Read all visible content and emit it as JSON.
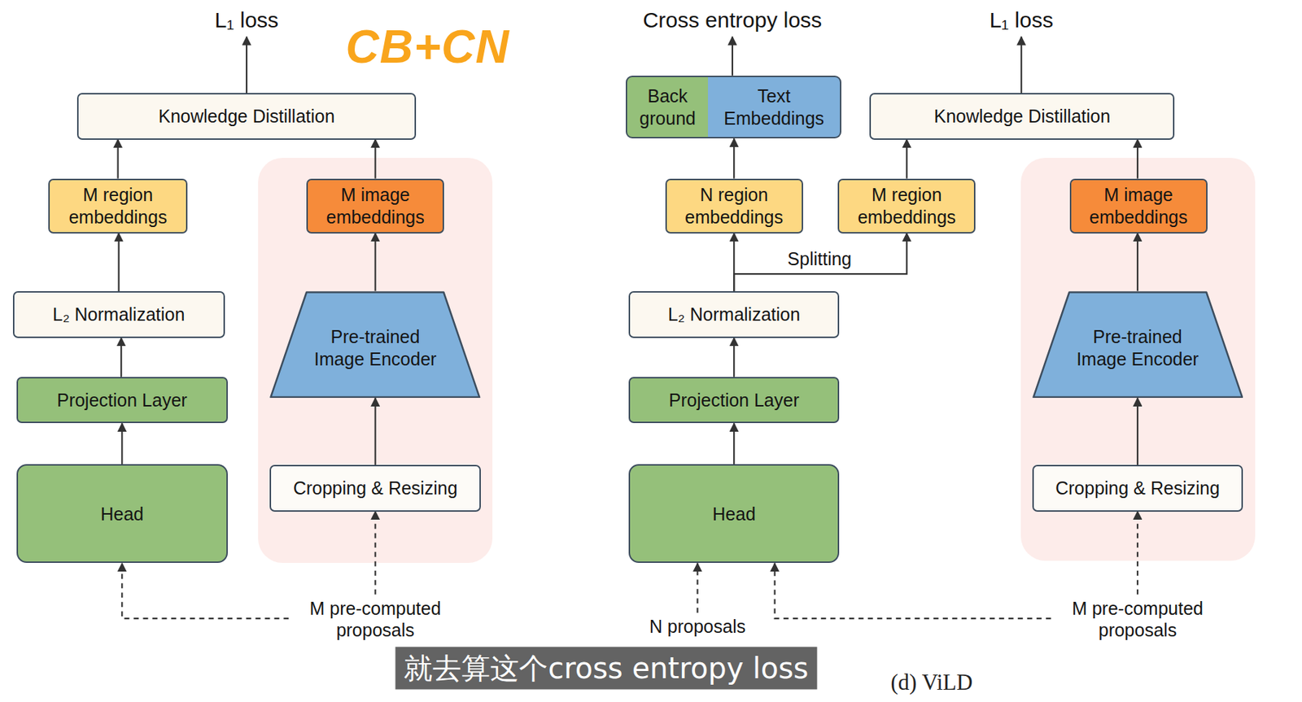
{
  "diagram": {
    "caption": "(d) ViLD",
    "nodes": [
      {
        "text": [
          "L₁ loss"
        ]
      },
      {
        "text": [
          "Knowledge Distillation"
        ]
      },
      {
        "text": [
          "M region embeddings"
        ]
      },
      {
        "text": [
          "M image embeddings"
        ]
      },
      {
        "text": [
          "L₂ Normalization"
        ]
      },
      {
        "text": [
          "Pre-trained Image Encoder"
        ]
      },
      {
        "text": [
          "Projection Layer"
        ]
      },
      {
        "text": [
          "Head"
        ]
      },
      {
        "text": [
          "Cropping & Resizing"
        ]
      },
      {
        "text": [
          "M pre-computed proposals"
        ]
      },
      {
        "text": [
          "Cross entropy loss"
        ]
      },
      {
        "text": [
          "L₁ loss"
        ]
      },
      {
        "text": [
          "Back ground"
        ]
      },
      {
        "text": [
          "Text Embeddings"
        ]
      },
      {
        "text": [
          "Knowledge Distillation"
        ]
      },
      {
        "text": [
          "N region embeddings"
        ]
      },
      {
        "text": [
          "M region embeddings"
        ]
      },
      {
        "text": [
          "M image embeddings"
        ]
      },
      {
        "text": [
          "L₂ Normalization"
        ]
      },
      {
        "text": [
          "Pre-trained Image Encoder"
        ]
      },
      {
        "text": [
          "Projection Layer"
        ]
      },
      {
        "text": [
          "Head"
        ]
      },
      {
        "text": [
          "Cropping & Resizing"
        ]
      },
      {
        "text": [
          "N proposals"
        ]
      },
      {
        "text": [
          "M pre-computed proposals"
        ]
      }
    ],
    "edges": [
      {
        "from": 1,
        "to": 0,
        "arrow": "to"
      },
      {
        "from": 2,
        "to": 1,
        "arrow": "to"
      },
      {
        "from": 3,
        "to": 1,
        "arrow": "to"
      },
      {
        "from": 4,
        "to": 2,
        "arrow": "to"
      },
      {
        "from": 5,
        "to": 3,
        "arrow": "to"
      },
      {
        "from": 6,
        "to": 4,
        "arrow": "to"
      },
      {
        "from": 7,
        "to": 6,
        "arrow": "to"
      },
      {
        "from": 8,
        "to": 5,
        "arrow": "to"
      },
      {
        "from": 9,
        "to": 8,
        "arrow": "to"
      },
      {
        "from": 9,
        "to": 7,
        "arrow": "to"
      },
      {
        "from": 13,
        "to": 10,
        "arrow": "to"
      },
      {
        "from": 15,
        "to": 13,
        "arrow": "to"
      },
      {
        "from": 14,
        "to": 11,
        "arrow": "to"
      },
      {
        "from": 16,
        "to": 14,
        "arrow": "to"
      },
      {
        "from": 17,
        "to": 14,
        "arrow": "to"
      },
      {
        "from": 18,
        "to": 15,
        "arrow": "to"
      },
      {
        "from": 18,
        "to": 16,
        "label": "Splitting",
        "arrow": "to"
      },
      {
        "from": 20,
        "to": 18,
        "arrow": "to"
      },
      {
        "from": 21,
        "to": 20,
        "arrow": "to"
      },
      {
        "from": 19,
        "to": 17,
        "arrow": "to"
      },
      {
        "from": 22,
        "to": 19,
        "arrow": "to"
      },
      {
        "from": 24,
        "to": 22,
        "arrow": "to"
      },
      {
        "from": 23,
        "to": 21,
        "arrow": "to"
      },
      {
        "from": 24,
        "to": 21,
        "arrow": "to"
      }
    ],
    "labels": [
      "CB+CN",
      "就去算这个cross entropy loss"
    ]
  }
}
